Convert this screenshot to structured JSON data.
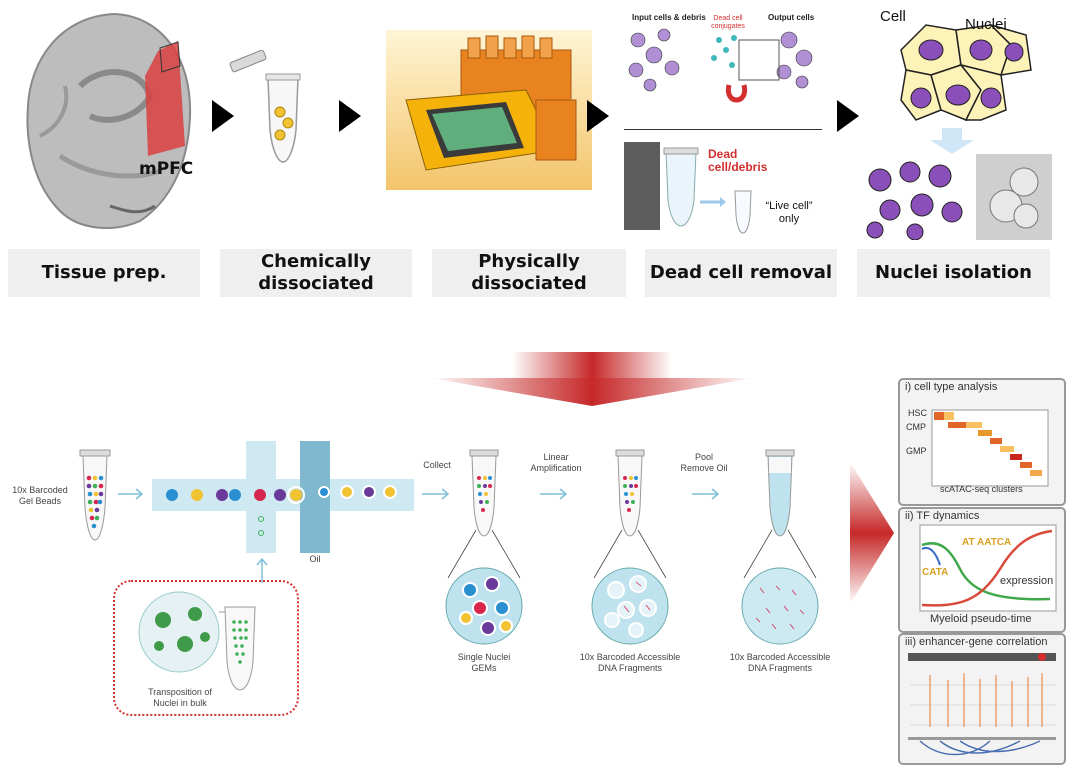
{
  "steps": [
    {
      "label": "Tissue prep."
    },
    {
      "label": "Chemically dissociated"
    },
    {
      "label": "Physically dissociated"
    },
    {
      "label": "Dead cell removal"
    },
    {
      "label": "Nuclei isolation"
    }
  ],
  "tissue": {
    "region_label": "mPFC"
  },
  "dead_cell": {
    "header_input": "Input cells & debris",
    "header_output": "Output cells",
    "header_conjugates": "Dead cell conjugates",
    "dead_label": "Dead cell/debris",
    "live_label": "“Live cell” only"
  },
  "nuclei": {
    "cell_label": "Cell",
    "nuclei_label": "Nuclei"
  },
  "workflow": {
    "gel_beads": "10x Barcoded Gel Beads",
    "oil": "Oil",
    "collect": "Collect",
    "linear_amp": "Linear Amplification",
    "pool": "Pool Remove Oil",
    "transposition": "Transposition of Nuclei in bulk",
    "gems": "Single Nuclei GEMs",
    "fragments1": "10x Barcoded Accessible DNA Fragments",
    "fragments2": "10x Barcoded Accessible DNA Fragments"
  },
  "panels": {
    "p1": {
      "title": "i) cell type analysis",
      "rows": [
        "HSC",
        "CMP",
        "GMP"
      ],
      "xlabel": "scATAC-seq clusters"
    },
    "p2": {
      "title": "ii) TF dynamics",
      "expression": "expression",
      "xlabel": "Myeloid pseudo-time",
      "motif1": "AT AATCA",
      "motif2": "CATA"
    },
    "p3": {
      "title": "iii) enhancer-gene correlation"
    }
  },
  "colors": {
    "arrow_red": "#c62828",
    "bead_blue": "#2a8fd0",
    "bead_purple": "#6a3a9a",
    "bead_yellow": "#f1c232",
    "bead_red": "#d6264e",
    "cell_purple": "#8a4fb8",
    "cell_body": "#fdf2b8"
  }
}
